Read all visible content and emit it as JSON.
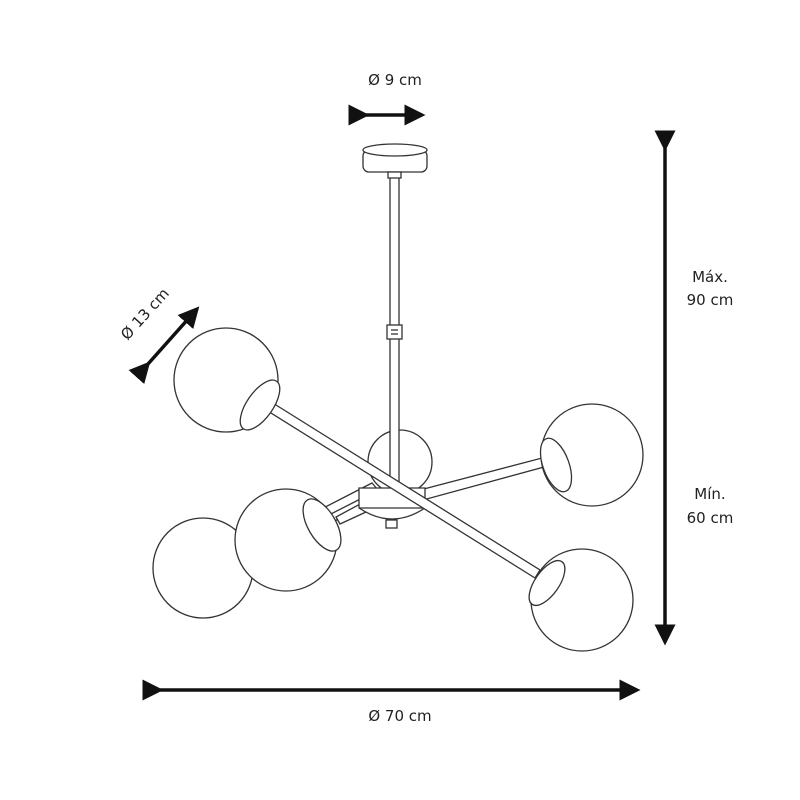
{
  "title": "Pendant lamp dimension drawing",
  "dimensions": {
    "canopy_diameter": "Ø 9 cm",
    "globe_diameter": "Ø 13 cm",
    "max_label": "Máx.",
    "max_height": "90 cm",
    "min_label": "Mín.",
    "min_height": "60 cm",
    "total_diameter": "Ø 70 cm"
  },
  "colors": {
    "line": "#222222",
    "background": "#ffffff"
  }
}
